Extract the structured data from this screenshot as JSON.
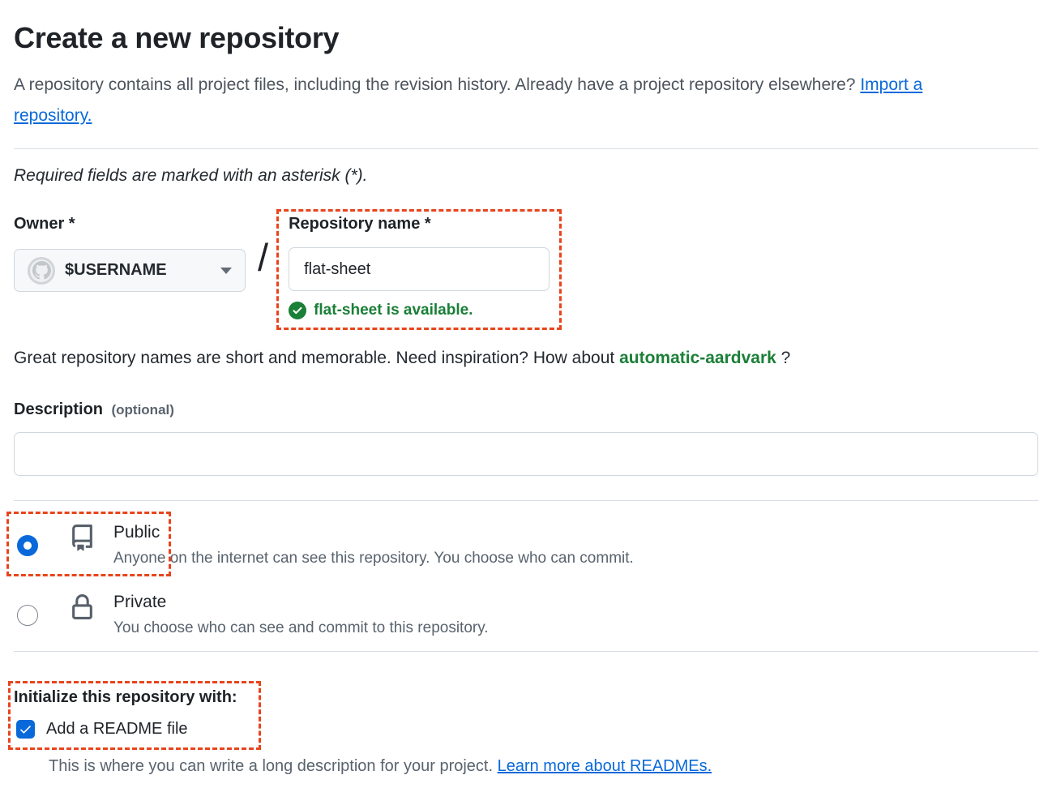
{
  "page": {
    "title": "Create a new repository",
    "intro_text": "A repository contains all project files, including the revision history. Already have a project repository elsewhere? ",
    "intro_link": "Import a repository.",
    "required_note": "Required fields are marked with an asterisk (*)."
  },
  "owner": {
    "label": "Owner *",
    "username": "$USERNAME",
    "avatar_icon": "github-octocat-mark",
    "caret_icon": "triangle-down"
  },
  "separator": "/",
  "repo_name": {
    "label": "Repository name *",
    "value": "flat-sheet",
    "availability_message": "flat-sheet is available.",
    "availability_icon": "check-circle-fill-green"
  },
  "suggestion": {
    "text_before": "Great repository names are short and memorable. Need inspiration? How about ",
    "name": "automatic-aardvark",
    "text_after": " ?"
  },
  "description": {
    "label": "Description",
    "optional": "(optional)",
    "value": "",
    "placeholder": ""
  },
  "visibility": {
    "public": {
      "label": "Public",
      "description": "Anyone on the internet can see this repository. You choose who can commit.",
      "icon": "repo-book-icon",
      "selected": true
    },
    "private": {
      "label": "Private",
      "description": "You choose who can see and commit to this repository.",
      "icon": "lock-icon",
      "selected": false
    }
  },
  "initialize": {
    "heading": "Initialize this repository with:",
    "readme_label": "Add a README file",
    "readme_checked": true,
    "hint_text": "This is where you can write a long description for your project. ",
    "hint_link": "Learn more about READMEs."
  },
  "annotations": {
    "color": "#e8441c",
    "boxes": [
      "repository-name-field",
      "public-radio-option",
      "initialize-with-readme"
    ]
  },
  "colors": {
    "link_blue": "#0969da",
    "control_blue": "#0969da",
    "success_green": "#1a7f37",
    "annotation_red": "#e8441c",
    "border_gray": "#d0d7de",
    "muted_text": "#59636e"
  }
}
